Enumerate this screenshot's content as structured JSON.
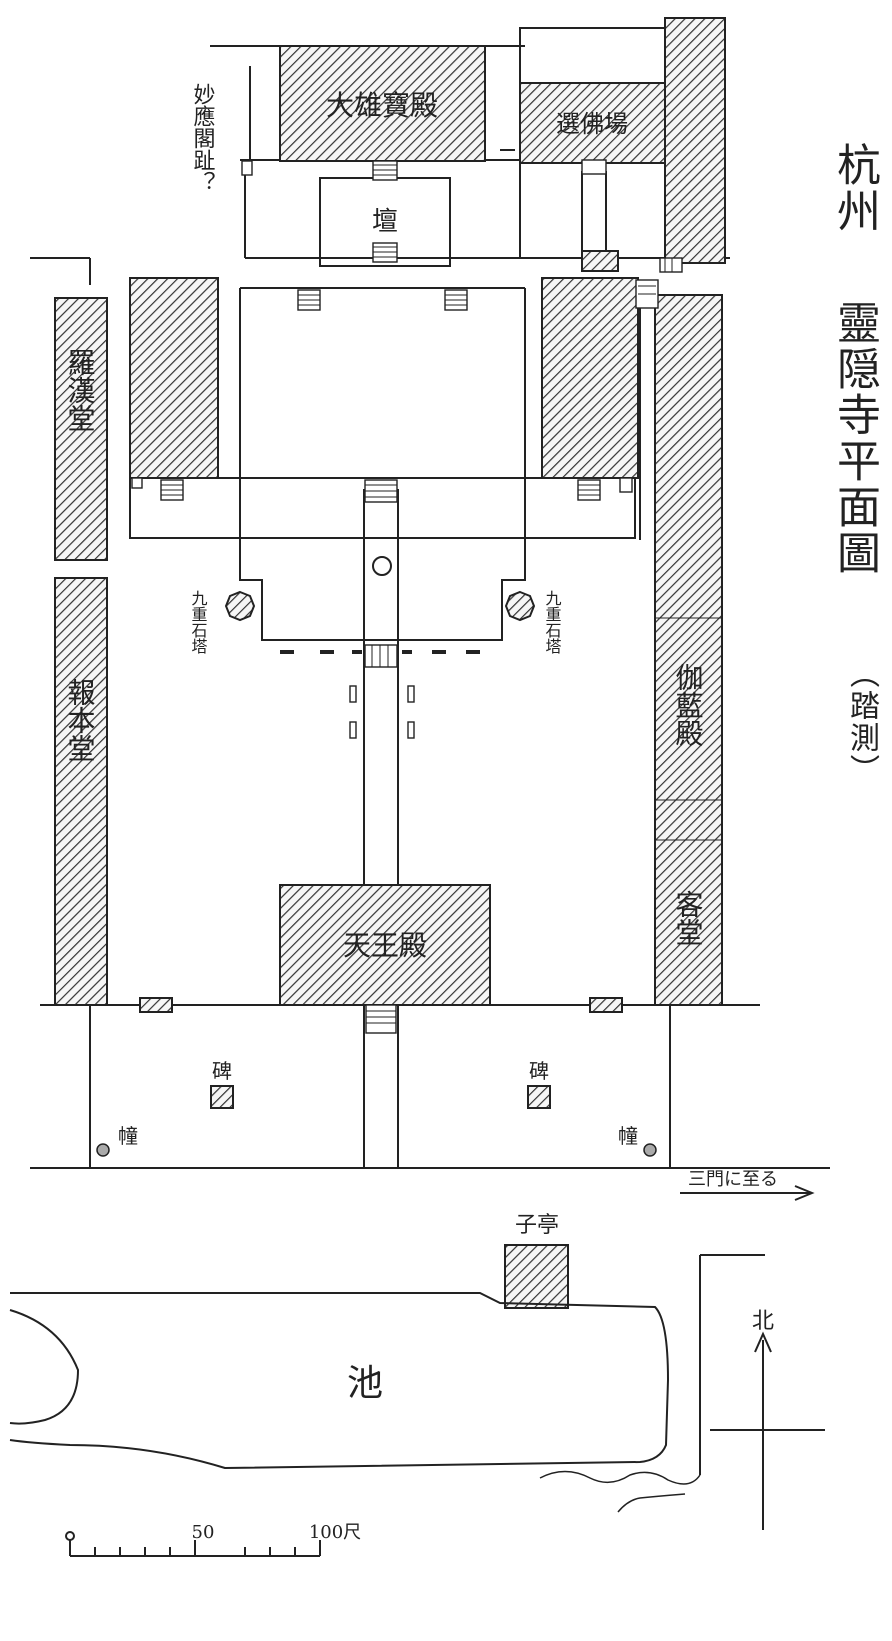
{
  "title": {
    "line1": "杭州",
    "line2": "靈隠寺平面圖",
    "line3": "（踏測）"
  },
  "buildings": {
    "main_hall": "大雄寶殿",
    "xuanfochang": "選佛場",
    "altar": "壇",
    "luohan": "羅漢堂",
    "third_west": "報本堂",
    "qielan": "伽藍殿",
    "guest": "客堂",
    "tianwang": "天王殿",
    "pavilion": "子亭",
    "pond": "池",
    "miaoying": "妙應閣趾？"
  },
  "markers": {
    "pagoda_west": "九重石塔",
    "pagoda_east": "九重石塔",
    "stele_west": "碑",
    "stele_east": "碑",
    "banner_west": "幢",
    "banner_east": "幢"
  },
  "annotations": {
    "to_gate": "三門に至る",
    "north": "北"
  },
  "scale": {
    "mid": "50",
    "end": "100尺",
    "start": "0"
  }
}
